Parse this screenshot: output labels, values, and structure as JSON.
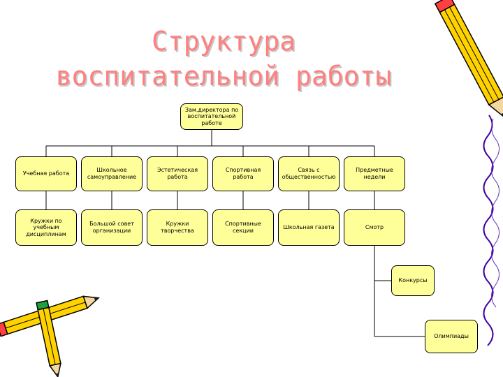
{
  "title": {
    "line1": "Структура",
    "line2": "воспитательной работы"
  },
  "root": "Зам.директора по воспитательной работе",
  "row1": [
    "Учебная работа",
    "Школьное самоуправление",
    "Эстетическая работа",
    "Спортивная работа",
    "Связь с общественностью",
    "Предметные недели"
  ],
  "row2": [
    "Кружки по учебным дисциплинам",
    "Большой совет организации",
    "Кружки творчества",
    "Спортивные секции",
    "Школьная газета",
    "Смотр"
  ],
  "sub": [
    "Конкурсы",
    "Олимпиады"
  ],
  "colors": {
    "title": "#ff8080",
    "box_fill": "#ffff99",
    "pencil_body": "#ffd200",
    "pencil_tip": "#ff4040",
    "border_squiggle": "#4000a0"
  }
}
